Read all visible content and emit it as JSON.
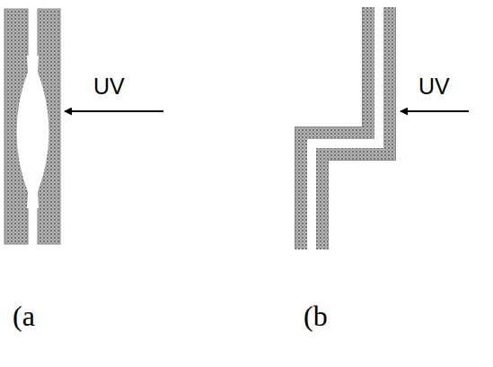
{
  "diagram": {
    "labels": [
      "UV",
      "UV",
      "(a",
      "(b"
    ]
  }
}
